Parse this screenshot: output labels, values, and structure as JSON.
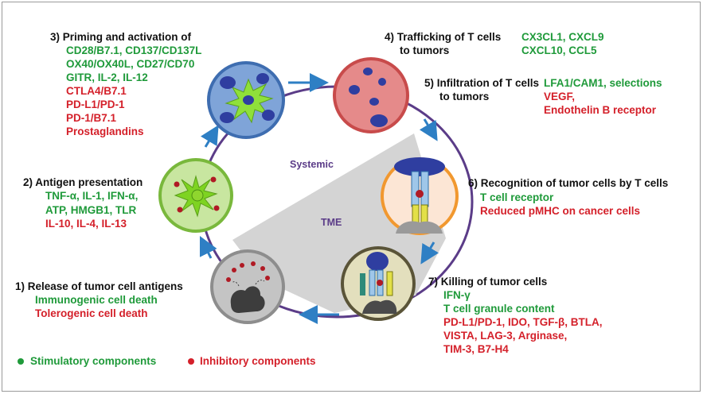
{
  "center": {
    "systemic": "Systemic",
    "tme": "TME"
  },
  "steps": {
    "s1": {
      "title": "1) Release of tumor cell antigens",
      "stim": [
        "Immunogenic cell death"
      ],
      "inhib": [
        "Tolerogenic cell death"
      ]
    },
    "s2": {
      "title": "2) Antigen presentation",
      "stim": [
        "TNF-α, IL-1, IFN-α,",
        "ATP, HMGB1, TLR"
      ],
      "inhib": [
        "IL-10, IL-4, IL-13"
      ]
    },
    "s3": {
      "title": "3) Priming and activation of",
      "stim": [
        "CD28/B7.1, CD137/CD137L",
        "OX40/OX40L, CD27/CD70",
        "GITR, IL-2, IL-12"
      ],
      "inhib": [
        "CTLA4/B7.1",
        "PD-L1/PD-1",
        "PD-1/B7.1",
        "Prostaglandins"
      ]
    },
    "s4": {
      "title": "4) Trafficking of T cells",
      "title2": "to tumors",
      "stim": [
        "CX3CL1, CXCL9",
        "CXCL10, CCL5"
      ],
      "inhib": []
    },
    "s5": {
      "title": "5) Infiltration of T cells",
      "title2": "to tumors",
      "stim": [
        "LFA1/CAM1, selections"
      ],
      "inhib": [
        "VEGF,",
        "Endothelin B receptor"
      ]
    },
    "s6": {
      "title": "6) Recognition of tumor cells by T cells",
      "stim": [
        "T cell receptor"
      ],
      "inhib": [
        "Reduced pMHC on cancer cells"
      ]
    },
    "s7": {
      "title": "7) Killing of tumor cells",
      "stim": [
        "IFN-γ",
        "T cell granule content"
      ],
      "inhib": [
        "PD-L1/PD-1, IDO, TGF-β, BTLA,",
        "VISTA, LAG-3, Arginase,",
        "TIM-3, B7-H4"
      ]
    }
  },
  "legend": {
    "stim": "Stimulatory components",
    "inhib": "Inhibitory components"
  },
  "colors": {
    "stim": "#1f9a3a",
    "inhib": "#d4202a",
    "ring": "#5b3c88",
    "arrow": "#2e7fc4"
  }
}
